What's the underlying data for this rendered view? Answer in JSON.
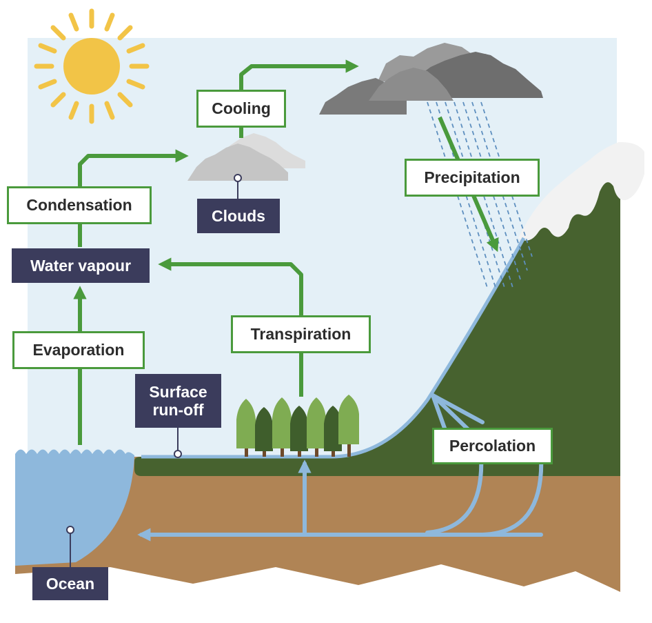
{
  "colors": {
    "sky": "#e4f0f7",
    "sun": "#f2c447",
    "arrow": "#4a9a3c",
    "water": "#8eb8dc",
    "ground": "#b08455",
    "grass": "#47622f",
    "snow": "#f2f2f2",
    "tag_bg": "#3b3c5c",
    "cloud_light": "#c5c5c5",
    "cloud_dark": "#7a7a7a"
  },
  "processes": {
    "cooling": "Cooling",
    "condensation": "Condensation",
    "precipitation": "Precipitation",
    "evaporation": "Evaporation",
    "transpiration": "Transpiration",
    "percolation": "Percolation"
  },
  "tags": {
    "clouds": "Clouds",
    "water_vapour": "Water vapour",
    "surface_runoff": "Surface run-off",
    "ocean": "Ocean"
  },
  "icons": [
    "sun-icon",
    "cloud-icon",
    "rain-icon",
    "tree-icon",
    "mountain-icon",
    "ocean-icon"
  ]
}
